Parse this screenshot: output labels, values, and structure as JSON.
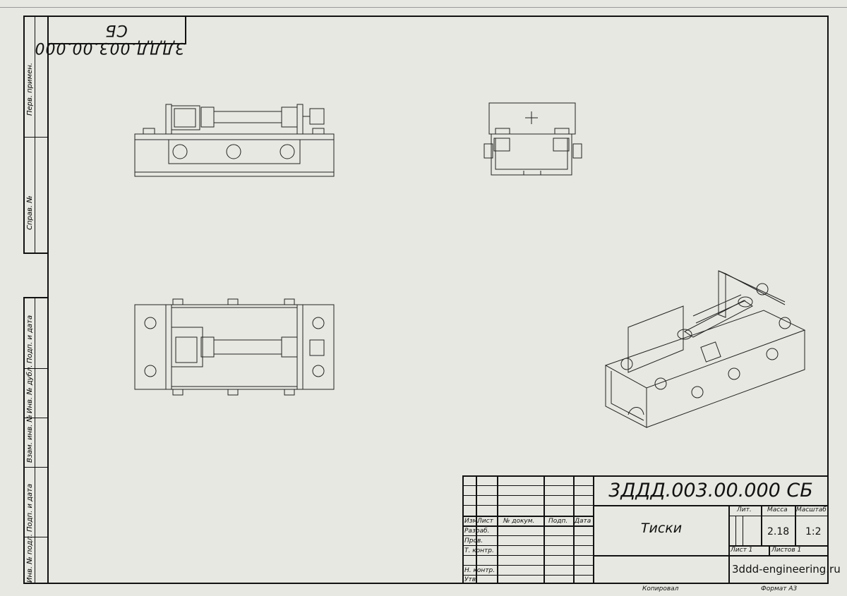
{
  "stamp": {
    "code_mirrored": "3ДДД.003.00.000 СБ"
  },
  "left_strip_top": {
    "perv_primen": "Перв. примен.",
    "sprav_no": "Справ. №"
  },
  "left_strip_bottom": {
    "podp_data_1": "Подп. и дата",
    "inv_dubl": "Инв. № дубл.",
    "vzam_inv": "Взам. инв. №",
    "podp_data_2": "Подп. и дата",
    "inv_podl": "Инв. № подл."
  },
  "title_block": {
    "designation": "3ДДД.003.00.000 СБ",
    "name": "Тиски",
    "col_izm": "Изм.",
    "col_list": "Лист",
    "col_dokum": "№ докум.",
    "col_podp": "Подп.",
    "col_data": "Дата",
    "row_razrab": "Разраб.",
    "row_prov": "Пров.",
    "row_tkontr": "Т. контр.",
    "row_nkontr": "Н. контр.",
    "row_utv": "Утв.",
    "lit_label": "Лит.",
    "massa_label": "Масса",
    "masshtab_label": "Масштаб",
    "massa_value": "2.18",
    "masshtab_value": "1:2",
    "list_label": "Лист 1",
    "listov_label": "Листов 1",
    "organization": "3ddd-engineering.ru"
  },
  "footer": {
    "kopiroval": "Копировал",
    "format": "Формат А3"
  }
}
